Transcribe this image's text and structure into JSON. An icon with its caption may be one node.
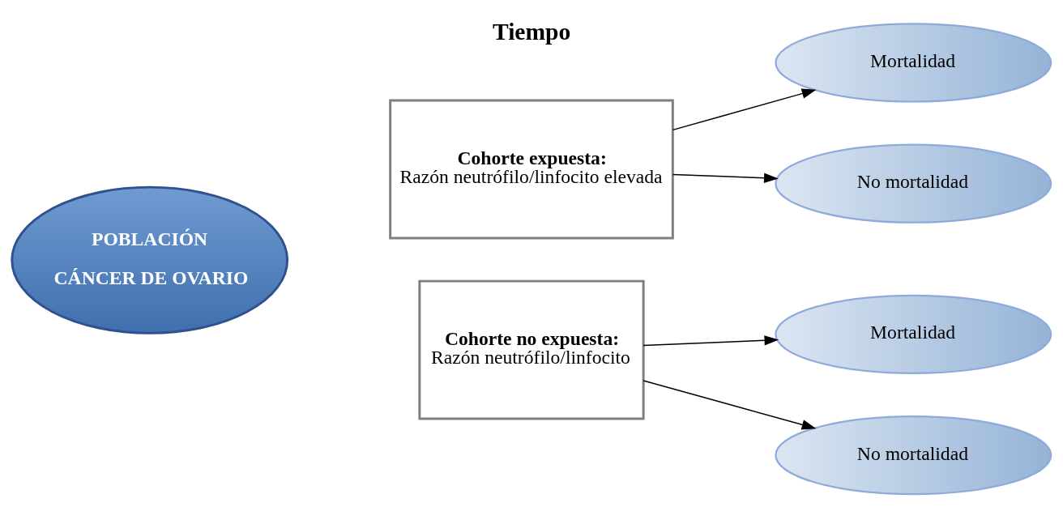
{
  "diagram": {
    "nodes": [
      {
        "text": [
          "POBLACIÓN",
          "CÁNCER DE OVARIO"
        ]
      },
      {
        "text": [
          "Cohorte expuesta:",
          "Razón neutrófilo/linfocito elevada"
        ]
      },
      {
        "text": [
          "Mortalidad"
        ]
      },
      {
        "text": [
          "No mortalidad"
        ]
      },
      {
        "text": [
          "Cohorte no expuesta:",
          "Razón neutrófilo/linfocito"
        ]
      },
      {
        "text": [
          "Mortalidad"
        ]
      },
      {
        "text": [
          "No mortalidad"
        ]
      }
    ],
    "edges": [
      {
        "from": 1,
        "to": 2,
        "arrow": "to"
      },
      {
        "from": 1,
        "to": 3,
        "arrow": "to"
      },
      {
        "from": 4,
        "to": 5,
        "arrow": "to"
      },
      {
        "from": 4,
        "to": 6,
        "arrow": "to"
      }
    ],
    "labels": [
      "Tiempo"
    ]
  }
}
